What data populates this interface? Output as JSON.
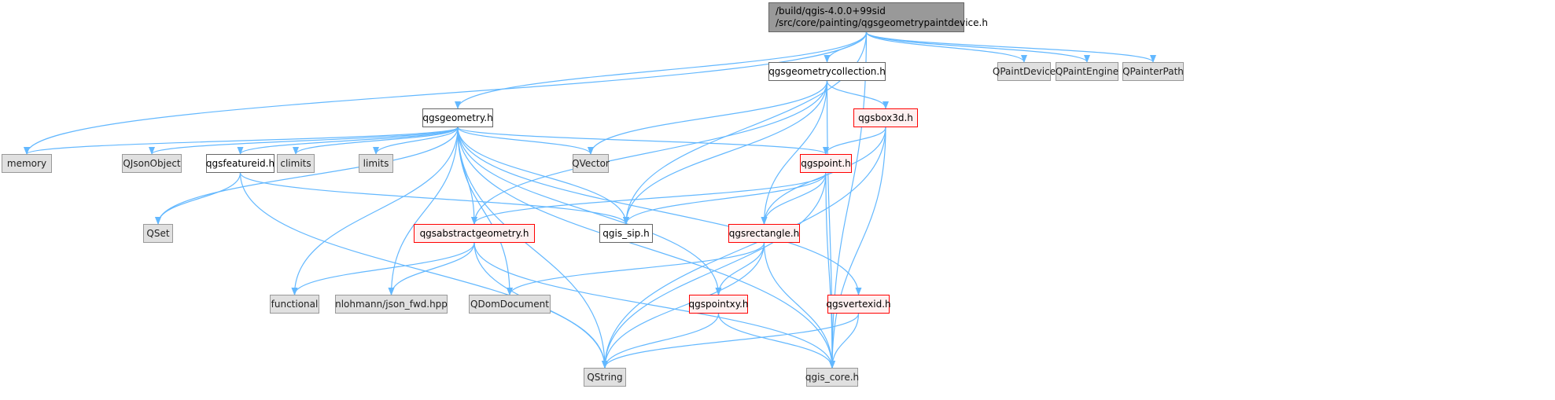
{
  "nodes": {
    "root": {
      "label": "/build/qgis-4.0.0+99sid\n/src/core/painting/qgsgeometrypaintdevice.h",
      "kind": "root"
    },
    "memory": {
      "label": "memory",
      "kind": "gray"
    },
    "qgsgeometry": {
      "label": "qgsgeometry.h",
      "kind": "white"
    },
    "qgis_sip": {
      "label": "qgis_sip.h",
      "kind": "white"
    },
    "qgsgeometrycollection": {
      "label": "qgsgeometrycollection.h",
      "kind": "white"
    },
    "qgis_core": {
      "label": "qgis_core.h",
      "kind": "gray"
    },
    "QPaintDevice": {
      "label": "QPaintDevice",
      "kind": "gray"
    },
    "QPaintEngine": {
      "label": "QPaintEngine",
      "kind": "gray"
    },
    "QPainterPath": {
      "label": "QPainterPath",
      "kind": "gray"
    },
    "QJsonObject": {
      "label": "QJsonObject",
      "kind": "gray"
    },
    "qgsfeatureid": {
      "label": "qgsfeatureid.h",
      "kind": "white"
    },
    "climits": {
      "label": "climits",
      "kind": "gray"
    },
    "limits": {
      "label": "limits",
      "kind": "gray"
    },
    "QVector": {
      "label": "QVector",
      "kind": "gray"
    },
    "qgspoint": {
      "label": "qgspoint.h",
      "kind": "red"
    },
    "qgsbox3d": {
      "label": "qgsbox3d.h",
      "kind": "red"
    },
    "QSet": {
      "label": "QSet",
      "kind": "gray"
    },
    "qgsabstractgeometry": {
      "label": "qgsabstractgeometry.h",
      "kind": "red"
    },
    "qgsrectangle": {
      "label": "qgsrectangle.h",
      "kind": "red"
    },
    "functional": {
      "label": "functional",
      "kind": "gray"
    },
    "nlohmann": {
      "label": "nlohmann/json_fwd.hpp",
      "kind": "gray"
    },
    "QDomDocument": {
      "label": "QDomDocument",
      "kind": "gray"
    },
    "qgspointxy": {
      "label": "qgspointxy.h",
      "kind": "red"
    },
    "qgsvertexid": {
      "label": "qgsvertexid.h",
      "kind": "red"
    },
    "QString": {
      "label": "QString",
      "kind": "gray"
    }
  },
  "edges": [
    [
      "root",
      "memory"
    ],
    [
      "root",
      "qgsgeometry"
    ],
    [
      "root",
      "qgis_sip"
    ],
    [
      "root",
      "qgsgeometrycollection"
    ],
    [
      "root",
      "qgis_core"
    ],
    [
      "root",
      "QPaintDevice"
    ],
    [
      "root",
      "QPaintEngine"
    ],
    [
      "root",
      "QPainterPath"
    ],
    [
      "qgsgeometrycollection",
      "QVector"
    ],
    [
      "qgsgeometrycollection",
      "qgsabstractgeometry"
    ],
    [
      "qgsgeometrycollection",
      "qgis_sip"
    ],
    [
      "qgsgeometrycollection",
      "qgsrectangle"
    ],
    [
      "qgsgeometrycollection",
      "qgsbox3d"
    ],
    [
      "qgsgeometrycollection",
      "qgis_core"
    ],
    [
      "qgsgeometry",
      "memory"
    ],
    [
      "qgsgeometry",
      "QJsonObject"
    ],
    [
      "qgsgeometry",
      "qgsfeatureid"
    ],
    [
      "qgsgeometry",
      "climits"
    ],
    [
      "qgsgeometry",
      "limits"
    ],
    [
      "qgsgeometry",
      "QSet"
    ],
    [
      "qgsgeometry",
      "QString"
    ],
    [
      "qgsgeometry",
      "functional"
    ],
    [
      "qgsgeometry",
      "nlohmann"
    ],
    [
      "qgsgeometry",
      "qgsabstractgeometry"
    ],
    [
      "qgsgeometry",
      "QDomDocument"
    ],
    [
      "qgsgeometry",
      "qgis_sip"
    ],
    [
      "qgsgeometry",
      "QVector"
    ],
    [
      "qgsgeometry",
      "qgspointxy"
    ],
    [
      "qgsgeometry",
      "qgspoint"
    ],
    [
      "qgsgeometry",
      "qgsvertexid"
    ],
    [
      "qgsgeometry",
      "qgis_core"
    ],
    [
      "qgsfeatureid",
      "QSet"
    ],
    [
      "qgsfeatureid",
      "QString"
    ],
    [
      "qgsfeatureid",
      "qgis_sip"
    ],
    [
      "qgsbox3d",
      "qgspoint"
    ],
    [
      "qgsbox3d",
      "qgsrectangle"
    ],
    [
      "qgsbox3d",
      "QString"
    ],
    [
      "qgsbox3d",
      "qgis_core"
    ],
    [
      "qgspoint",
      "qgsabstractgeometry"
    ],
    [
      "qgspoint",
      "qgis_sip"
    ],
    [
      "qgspoint",
      "qgsrectangle"
    ],
    [
      "qgspoint",
      "QString"
    ],
    [
      "qgspoint",
      "qgis_core"
    ],
    [
      "qgsabstractgeometry",
      "functional"
    ],
    [
      "qgsabstractgeometry",
      "nlohmann"
    ],
    [
      "qgsabstractgeometry",
      "QString"
    ],
    [
      "qgsabstractgeometry",
      "qgis_core"
    ],
    [
      "qgsrectangle",
      "QDomDocument"
    ],
    [
      "qgsrectangle",
      "qgspointxy"
    ],
    [
      "qgsrectangle",
      "QString"
    ],
    [
      "qgsrectangle",
      "qgis_core"
    ],
    [
      "qgspointxy",
      "QString"
    ],
    [
      "qgspointxy",
      "qgis_core"
    ],
    [
      "qgsvertexid",
      "QString"
    ],
    [
      "qgsvertexid",
      "qgis_core"
    ]
  ],
  "colors": {
    "edge": "#63b8ff",
    "red_border": "#ff0000",
    "gray_fill": "#e0e0e0",
    "root_fill": "#999999"
  }
}
